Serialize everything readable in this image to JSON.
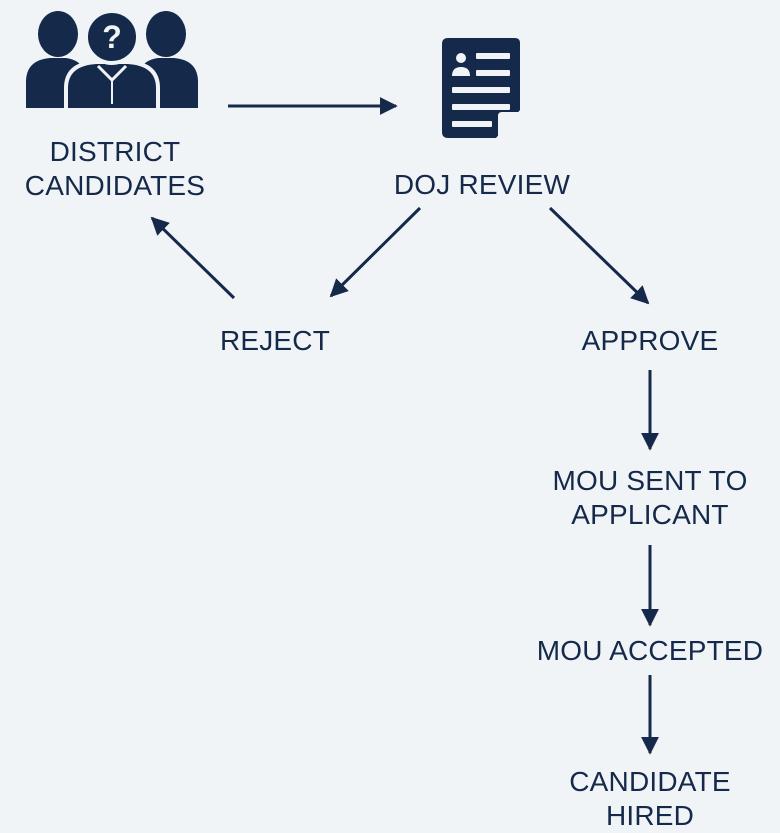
{
  "colors": {
    "background": "#f1f4f7",
    "ink": "#15294a"
  },
  "nodes": {
    "district_candidates": "DISTRICT\nCANDIDATES",
    "doj_review": "DOJ REVIEW",
    "reject": "REJECT",
    "approve": "APPROVE",
    "mou_sent": "MOU SENT TO\nAPPLICANT",
    "mou_accepted": "MOU ACCEPTED",
    "candidate_hired": "CANDIDATE\nHIRED"
  },
  "icons": {
    "district_candidates": "people-question-icon",
    "doj_review": "document-icon"
  },
  "edges": [
    {
      "from": "district_candidates",
      "to": "doj_review"
    },
    {
      "from": "doj_review",
      "to": "reject"
    },
    {
      "from": "doj_review",
      "to": "approve"
    },
    {
      "from": "reject",
      "to": "district_candidates"
    },
    {
      "from": "approve",
      "to": "mou_sent"
    },
    {
      "from": "mou_sent",
      "to": "mou_accepted"
    },
    {
      "from": "mou_accepted",
      "to": "candidate_hired"
    }
  ]
}
